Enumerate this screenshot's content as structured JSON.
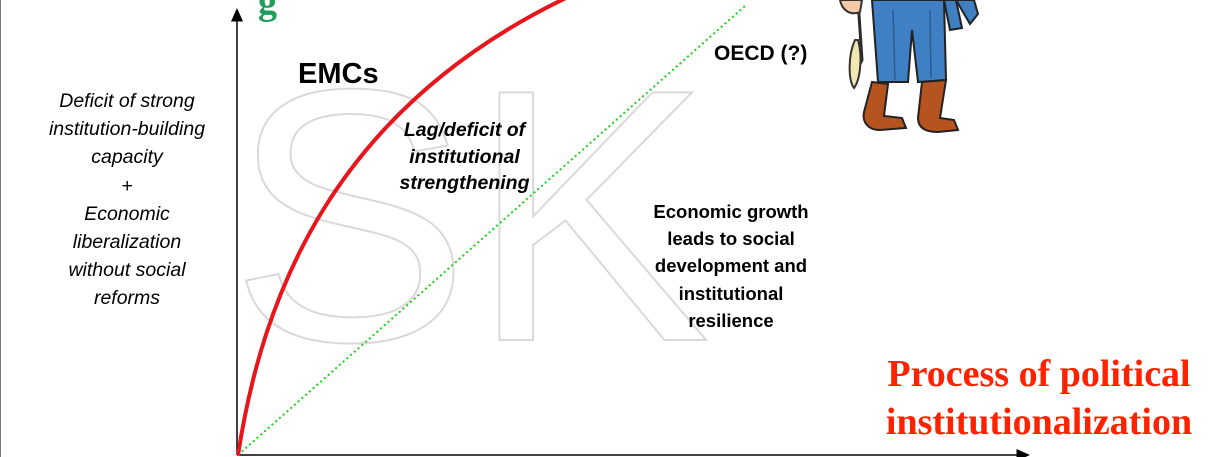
{
  "colors": {
    "curve_emc": "#e8161c",
    "curve_oecd": "#22cc22",
    "x_axis_title": "#ff2200",
    "top_fragment": "#1f9e5a",
    "watermark": "#d9d9d9",
    "cartoon_suit": "#3f7fc3",
    "cartoon_skin": "#f6c9a6"
  },
  "watermark": {
    "text": "SK"
  },
  "labels": {
    "y_axis_description": "Deficit of strong\ninstitution-building\ncapacity\n+\nEconomic\nliberalization\nwithout social\nreforms",
    "emcs": "EMCs",
    "lag_deficit": "Lag/deficit of\ninstitutional\nstrengthening",
    "oecd": "OECD (?)",
    "growth_note": "Economic growth\nleads to social\ndevelopment and\ninstitutional\nresilience",
    "x_axis_title": "Process of political\ninstitutionalization",
    "top_fragment": "g"
  },
  "illustration": {
    "name": "cartoon-man",
    "note_icon": "man-in-blue-suit-icon"
  }
}
